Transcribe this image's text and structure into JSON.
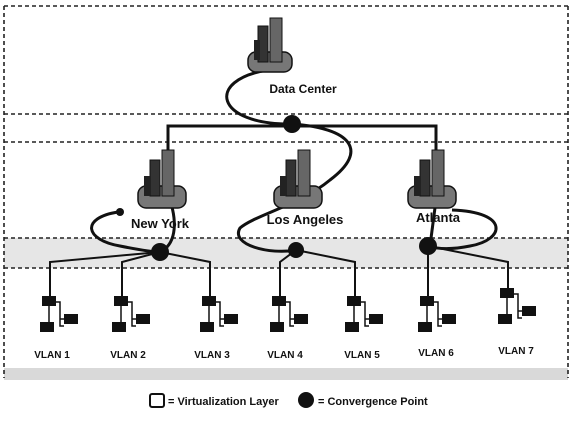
{
  "diagram": {
    "colors": {
      "ink": "#111111",
      "paper": "#ffffff",
      "band": "#e6e6e6",
      "line": "#222222"
    },
    "nodes": {
      "data_center": "Data Center",
      "new_york": "New York",
      "los_angeles": "Los Angeles",
      "atlanta": "Atlanta"
    },
    "vlans": [
      "VLAN 1",
      "VLAN 2",
      "VLAN 3",
      "VLAN 4",
      "VLAN 5",
      "VLAN 6",
      "VLAN 7"
    ],
    "legend": {
      "virtualization_icon": "square-outline-icon",
      "virtualization_label": "= Virtualization Layer",
      "convergence_icon": "filled-circle-icon",
      "convergence_label": "= Convergence Point"
    }
  }
}
